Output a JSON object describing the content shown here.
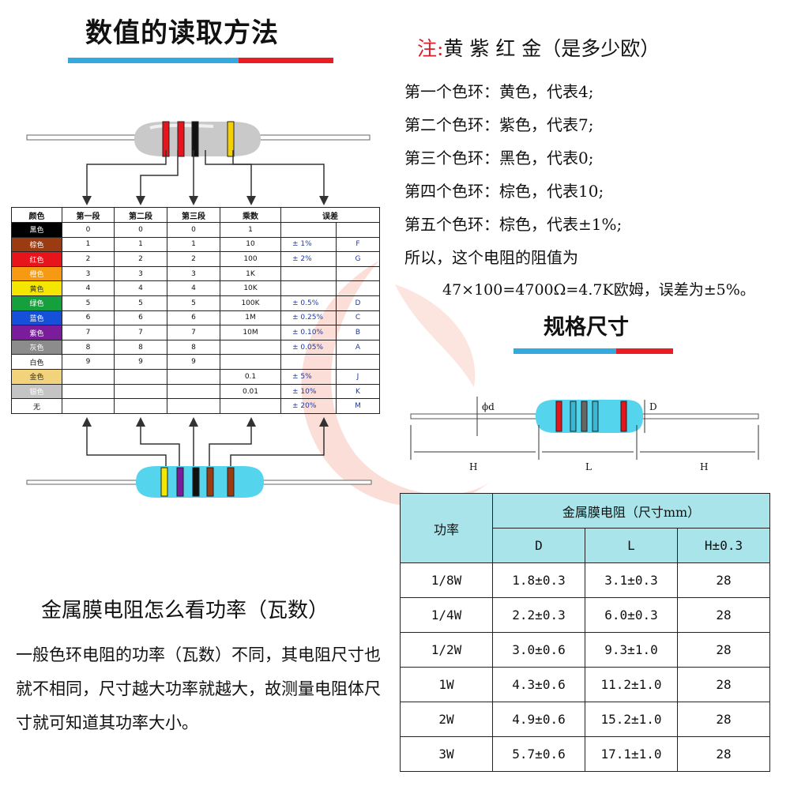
{
  "title_main": "数值的读取方法",
  "colors": {
    "accent_blue": "#33a9e0",
    "accent_red": "#ea1c24",
    "note_red": "#d8202a",
    "table_header_bg": "#a8e4ea",
    "resistor_beige": "#c9c9c9",
    "resistor_cyan": "#55d4ee"
  },
  "note": {
    "label": "注:",
    "text": "黄 紫  红 金（是多少欧）"
  },
  "explanation": [
    "第一个色环：黄色，代表4;",
    "第二个色环：紫色，代表7;",
    "第三个色环：黑色，代表0;",
    "第四个色环：棕色，代表10;",
    "第五个色环：棕色，代表±1%;",
    "所以，这个电阻的阻值为",
    "47×100=4700Ω=4.7K欧姆，误差为±5%。"
  ],
  "color_table": {
    "headers": [
      "颜色",
      "第一段",
      "第二段",
      "第三段",
      "乘数",
      "误差"
    ],
    "rows": [
      {
        "name": "黑色",
        "bg": "#000000",
        "fg": "#ffffff",
        "d1": "0",
        "d2": "0",
        "d3": "0",
        "mult": "1",
        "tol": "",
        "code": ""
      },
      {
        "name": "棕色",
        "bg": "#9a3b12",
        "fg": "#ffffff",
        "d1": "1",
        "d2": "1",
        "d3": "1",
        "mult": "10",
        "tol": "± 1%",
        "code": "F"
      },
      {
        "name": "红色",
        "bg": "#e8141c",
        "fg": "#ffffff",
        "d1": "2",
        "d2": "2",
        "d3": "2",
        "mult": "100",
        "tol": "± 2%",
        "code": "G"
      },
      {
        "name": "橙色",
        "bg": "#f59a12",
        "fg": "#ffffff",
        "d1": "3",
        "d2": "3",
        "d3": "3",
        "mult": "1K",
        "tol": "",
        "code": ""
      },
      {
        "name": "黄色",
        "bg": "#f5e600",
        "fg": "#333333",
        "d1": "4",
        "d2": "4",
        "d3": "4",
        "mult": "10K",
        "tol": "",
        "code": ""
      },
      {
        "name": "绿色",
        "bg": "#14a03c",
        "fg": "#ffffff",
        "d1": "5",
        "d2": "5",
        "d3": "5",
        "mult": "100K",
        "tol": "± 0.5%",
        "code": "D"
      },
      {
        "name": "蓝色",
        "bg": "#1650d8",
        "fg": "#ffffff",
        "d1": "6",
        "d2": "6",
        "d3": "6",
        "mult": "1M",
        "tol": "± 0.25%",
        "code": "C"
      },
      {
        "name": "紫色",
        "bg": "#7a1c9c",
        "fg": "#ffffff",
        "d1": "7",
        "d2": "7",
        "d3": "7",
        "mult": "10M",
        "tol": "± 0.10%",
        "code": "B"
      },
      {
        "name": "灰色",
        "bg": "#8c8c8c",
        "fg": "#ffffff",
        "d1": "8",
        "d2": "8",
        "d3": "8",
        "mult": "",
        "tol": "± 0.05%",
        "code": "A"
      },
      {
        "name": "白色",
        "bg": "#ffffff",
        "fg": "#111111",
        "d1": "9",
        "d2": "9",
        "d3": "9",
        "mult": "",
        "tol": "",
        "code": ""
      },
      {
        "name": "金色",
        "bg": "#f2d27a",
        "fg": "#333333",
        "d1": "",
        "d2": "",
        "d3": "",
        "mult": "0.1",
        "tol": "± 5%",
        "code": "J"
      },
      {
        "name": "银色",
        "bg": "#c4c4c4",
        "fg": "#ffffff",
        "d1": "",
        "d2": "",
        "d3": "",
        "mult": "0.01",
        "tol": "± 10%",
        "code": "K"
      },
      {
        "name": "无",
        "bg": "#ffffff",
        "fg": "#111111",
        "d1": "",
        "d2": "",
        "d3": "",
        "mult": "",
        "tol": "± 20%",
        "code": "M"
      }
    ]
  },
  "title_spec": "规格尺寸",
  "dimension_labels": {
    "phi_d": "ϕd",
    "D": "D",
    "H_left": "H",
    "L": "L",
    "H_right": "H"
  },
  "spec_table": {
    "power_header": "功率",
    "group_header": "金属膜电阻（尺寸mm）",
    "col_D": "D",
    "col_L": "L",
    "col_H": "H±0.3",
    "rows": [
      {
        "power": "1/8W",
        "D": "1.8±0.3",
        "L": "3.1±0.3",
        "H": "28"
      },
      {
        "power": "1/4W",
        "D": "2.2±0.3",
        "L": "6.0±0.3",
        "H": "28"
      },
      {
        "power": "1/2W",
        "D": "3.0±0.6",
        "L": "9.3±1.0",
        "H": "28"
      },
      {
        "power": "1W",
        "D": "4.3±0.6",
        "L": "11.2±1.0",
        "H": "28"
      },
      {
        "power": "2W",
        "D": "4.9±0.6",
        "L": "15.2±1.0",
        "H": "28"
      },
      {
        "power": "3W",
        "D": "5.7±0.6",
        "L": "17.1±1.0",
        "H": "28"
      }
    ]
  },
  "power_title": "金属膜电阻怎么看功率（瓦数）",
  "power_body": "一般色环电阻的功率（瓦数）不同，其电阻尺寸也就不相同，尺寸越大功率就越大，故测量电阻体尺寸就可知道其功率大小。"
}
